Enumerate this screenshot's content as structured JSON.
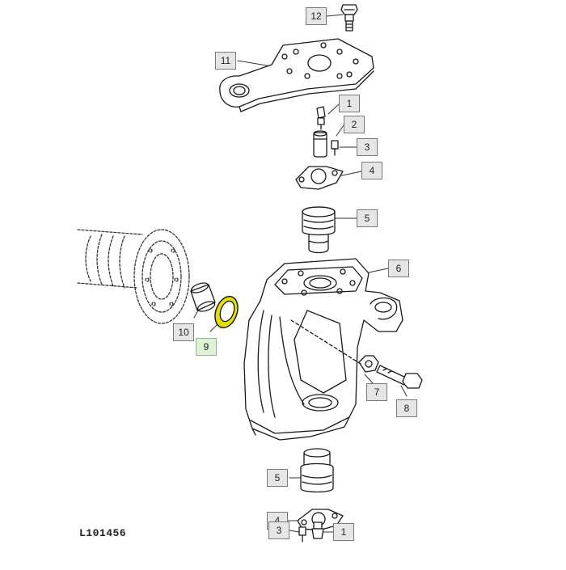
{
  "diagram": {
    "figure_id": "L101456",
    "highlight_color": "#e5e000",
    "callouts": [
      {
        "id": "c12",
        "label": "12"
      },
      {
        "id": "c11",
        "label": "11"
      },
      {
        "id": "c1a",
        "label": "1"
      },
      {
        "id": "c2",
        "label": "2"
      },
      {
        "id": "c3a",
        "label": "3"
      },
      {
        "id": "c4a",
        "label": "4"
      },
      {
        "id": "c5a",
        "label": "5"
      },
      {
        "id": "c6",
        "label": "6"
      },
      {
        "id": "c7",
        "label": "7"
      },
      {
        "id": "c8",
        "label": "8"
      },
      {
        "id": "c10",
        "label": "10"
      },
      {
        "id": "c9",
        "label": "9"
      },
      {
        "id": "c5b",
        "label": "5"
      },
      {
        "id": "c4b",
        "label": "4"
      },
      {
        "id": "c3b",
        "label": "3"
      },
      {
        "id": "c1b",
        "label": "1"
      }
    ]
  }
}
